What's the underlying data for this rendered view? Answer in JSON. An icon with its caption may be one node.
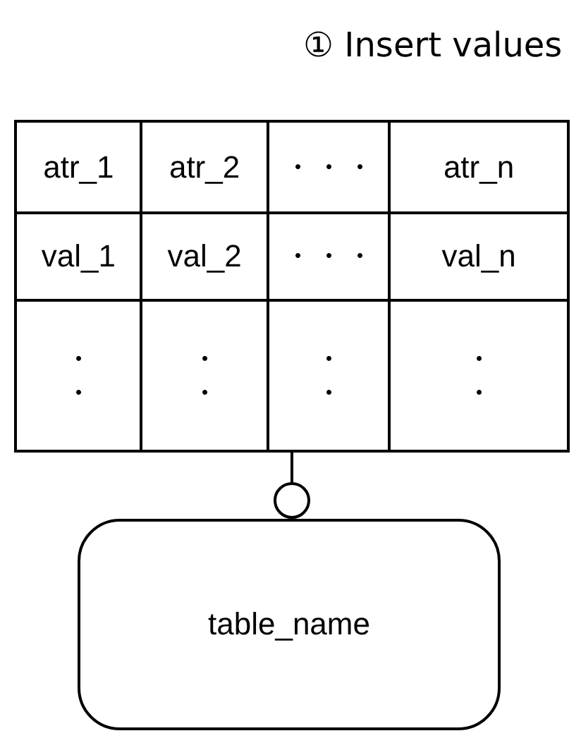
{
  "diagram": {
    "title": "① Insert values",
    "nodes": [
      {
        "text": [],
        "shape": "box"
      },
      {
        "text": [
          "table_name"
        ]
      }
    ],
    "edges": [
      {
        "from": 0,
        "to": 1,
        "arrow": "other"
      }
    ],
    "labels": [
      "atr_1",
      "atr_2",
      "・・・",
      "atr_n",
      "val_1",
      "val_2",
      "・・・",
      "val_n",
      "・・",
      "・・",
      "・・",
      "・・"
    ]
  }
}
